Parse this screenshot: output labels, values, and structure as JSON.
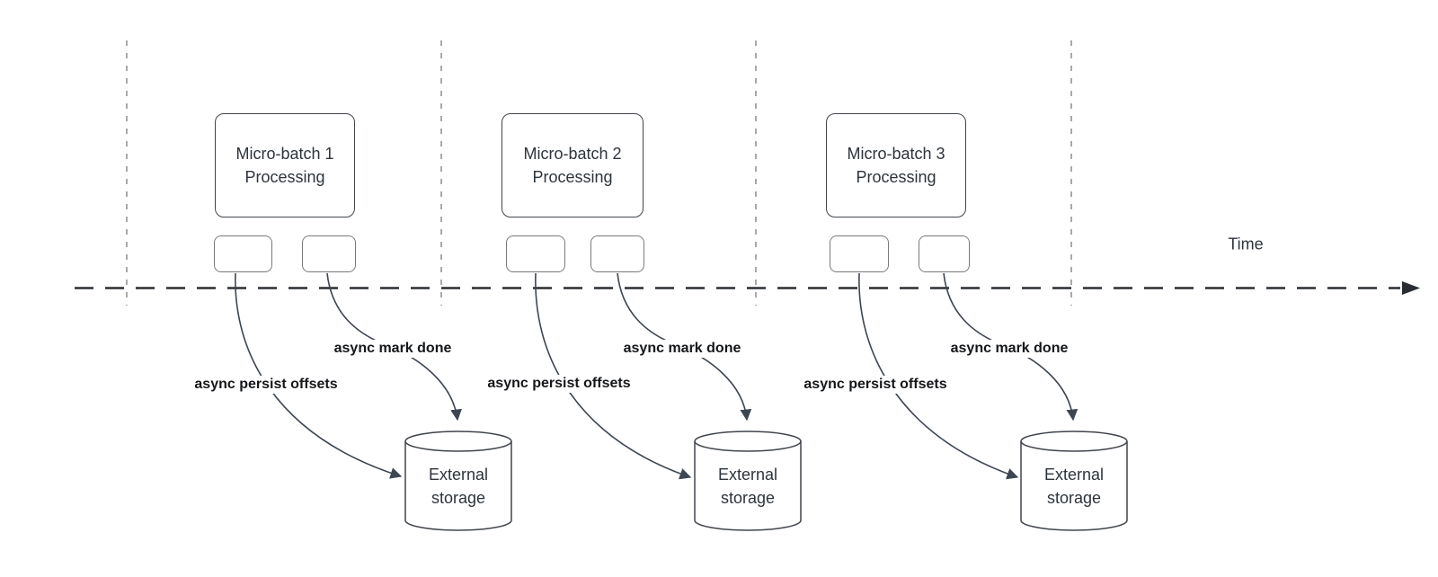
{
  "timeline": {
    "label": "Time"
  },
  "columns": [
    {
      "processing_label": "Micro-batch 1\nProcessing",
      "persist_arrow_label": "async persist offsets",
      "mark_done_arrow_label": "async mark done",
      "storage_label": "External\nstorage"
    },
    {
      "processing_label": "Micro-batch 2\nProcessing",
      "persist_arrow_label": "async persist offsets",
      "mark_done_arrow_label": "async mark done",
      "storage_label": "External\nstorage"
    },
    {
      "processing_label": "Micro-batch 3\nProcessing",
      "persist_arrow_label": "async persist offsets",
      "mark_done_arrow_label": "async mark done",
      "storage_label": "External\nstorage"
    }
  ],
  "colors": {
    "shape_stroke": "#40454c",
    "task_box_stroke": "#7a7a7a",
    "guide_line": "#a9a9a9",
    "timeline_line": "#2a2e33",
    "arrow_stroke": "#3d4651",
    "edge_label_text": "#15171a",
    "text": "#2e343c",
    "background": "#ffffff"
  }
}
